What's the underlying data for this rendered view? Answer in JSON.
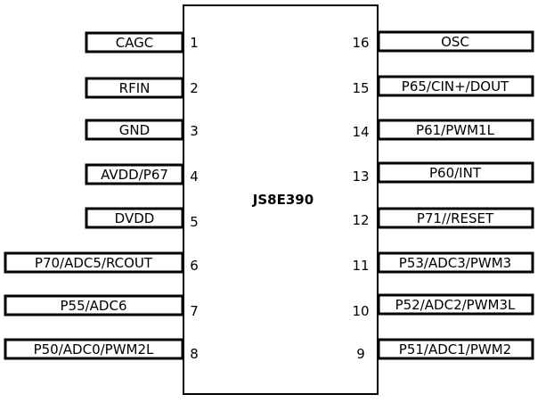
{
  "chip": {
    "name": "JS8E390",
    "left_pins": [
      {
        "number": "1",
        "label": "CAGC"
      },
      {
        "number": "2",
        "label": "RFIN"
      },
      {
        "number": "3",
        "label": "GND"
      },
      {
        "number": "4",
        "label": "AVDD/P67"
      },
      {
        "number": "5",
        "label": "DVDD"
      },
      {
        "number": "6",
        "label": "P70/ADC5/RCOUT"
      },
      {
        "number": "7",
        "label": "P55/ADC6"
      },
      {
        "number": "8",
        "label": "P50/ADC0/PWM2L"
      }
    ],
    "right_pins": [
      {
        "number": "16",
        "label": "OSC"
      },
      {
        "number": "15",
        "label": "P65/CIN+/DOUT"
      },
      {
        "number": "14",
        "label": "P61/PWM1L"
      },
      {
        "number": "13",
        "label": "P60/INT"
      },
      {
        "number": "12",
        "label": "P71//RESET"
      },
      {
        "number": "11",
        "label": "P53/ADC3/PWM3"
      },
      {
        "number": "10",
        "label": "P52/ADC2/PWM3L"
      },
      {
        "number": "9",
        "label": "P51/ADC1/PWM2"
      }
    ]
  }
}
